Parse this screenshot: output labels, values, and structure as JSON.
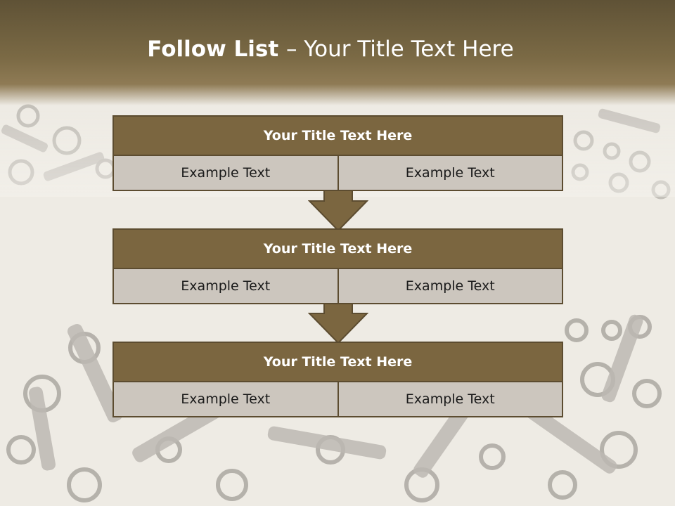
{
  "slide": {
    "title_bold": "Follow List ",
    "title_rest": " – Your Title Text Here"
  },
  "steps": [
    {
      "title": "Your Title Text Here",
      "left": "Example Text",
      "right": "Example Text"
    },
    {
      "title": "Your Title Text Here",
      "left": "Example Text",
      "right": "Example Text"
    },
    {
      "title": "Your Title Text Here",
      "left": "Example Text",
      "right": "Example Text"
    }
  ],
  "colors": {
    "header_band": "#6e5e3e",
    "step_title_fill": "#7b6640",
    "step_border": "#5c4c30",
    "cell_fill": "#ccc6be",
    "arrow_fill": "#7b6640"
  },
  "background": {
    "image": "hardware-nuts-and-bolts"
  }
}
